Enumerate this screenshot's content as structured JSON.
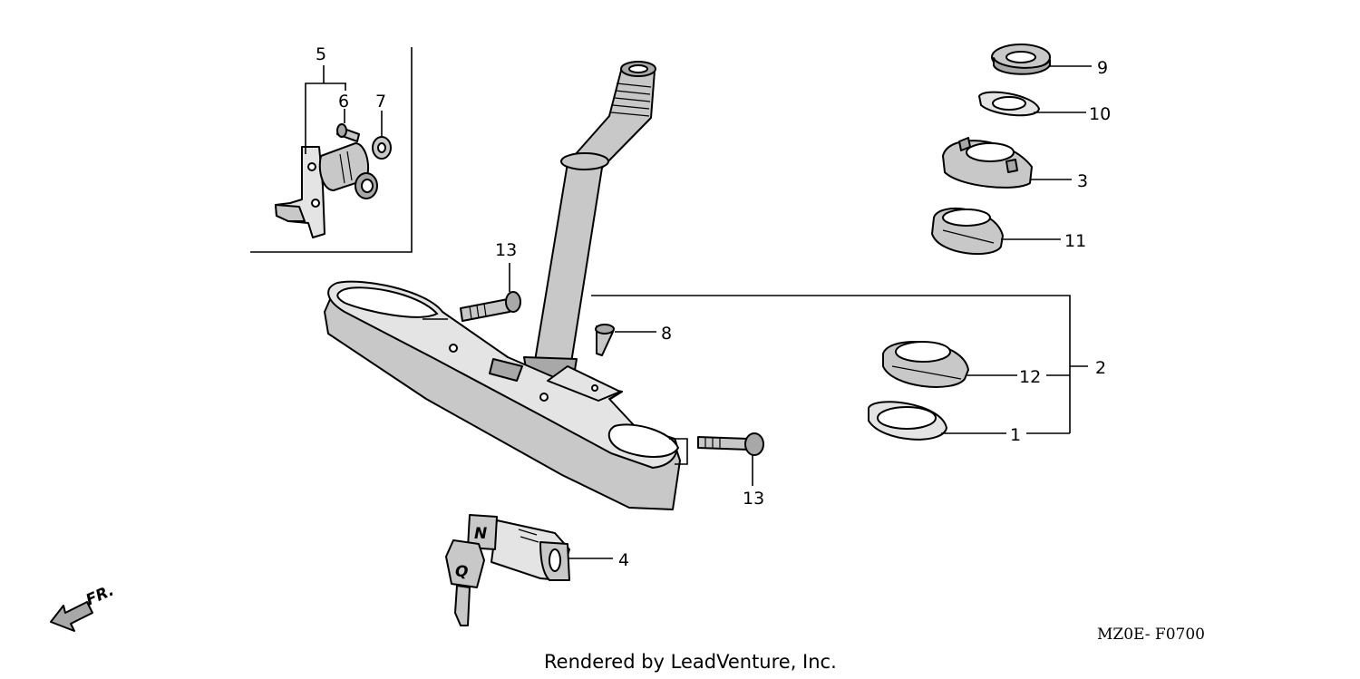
{
  "callouts": {
    "c1": "1",
    "c2": "2",
    "c3": "3",
    "c4": "4",
    "c5": "5",
    "c6": "6",
    "c7": "7",
    "c8": "8",
    "c9": "9",
    "c10": "10",
    "c11": "11",
    "c12": "12",
    "c13a": "13",
    "c13b": "13"
  },
  "direction_label": "FR.",
  "diagram_code": "MZ0E- F0700",
  "footer": "Rendered by LeadVenture, Inc."
}
